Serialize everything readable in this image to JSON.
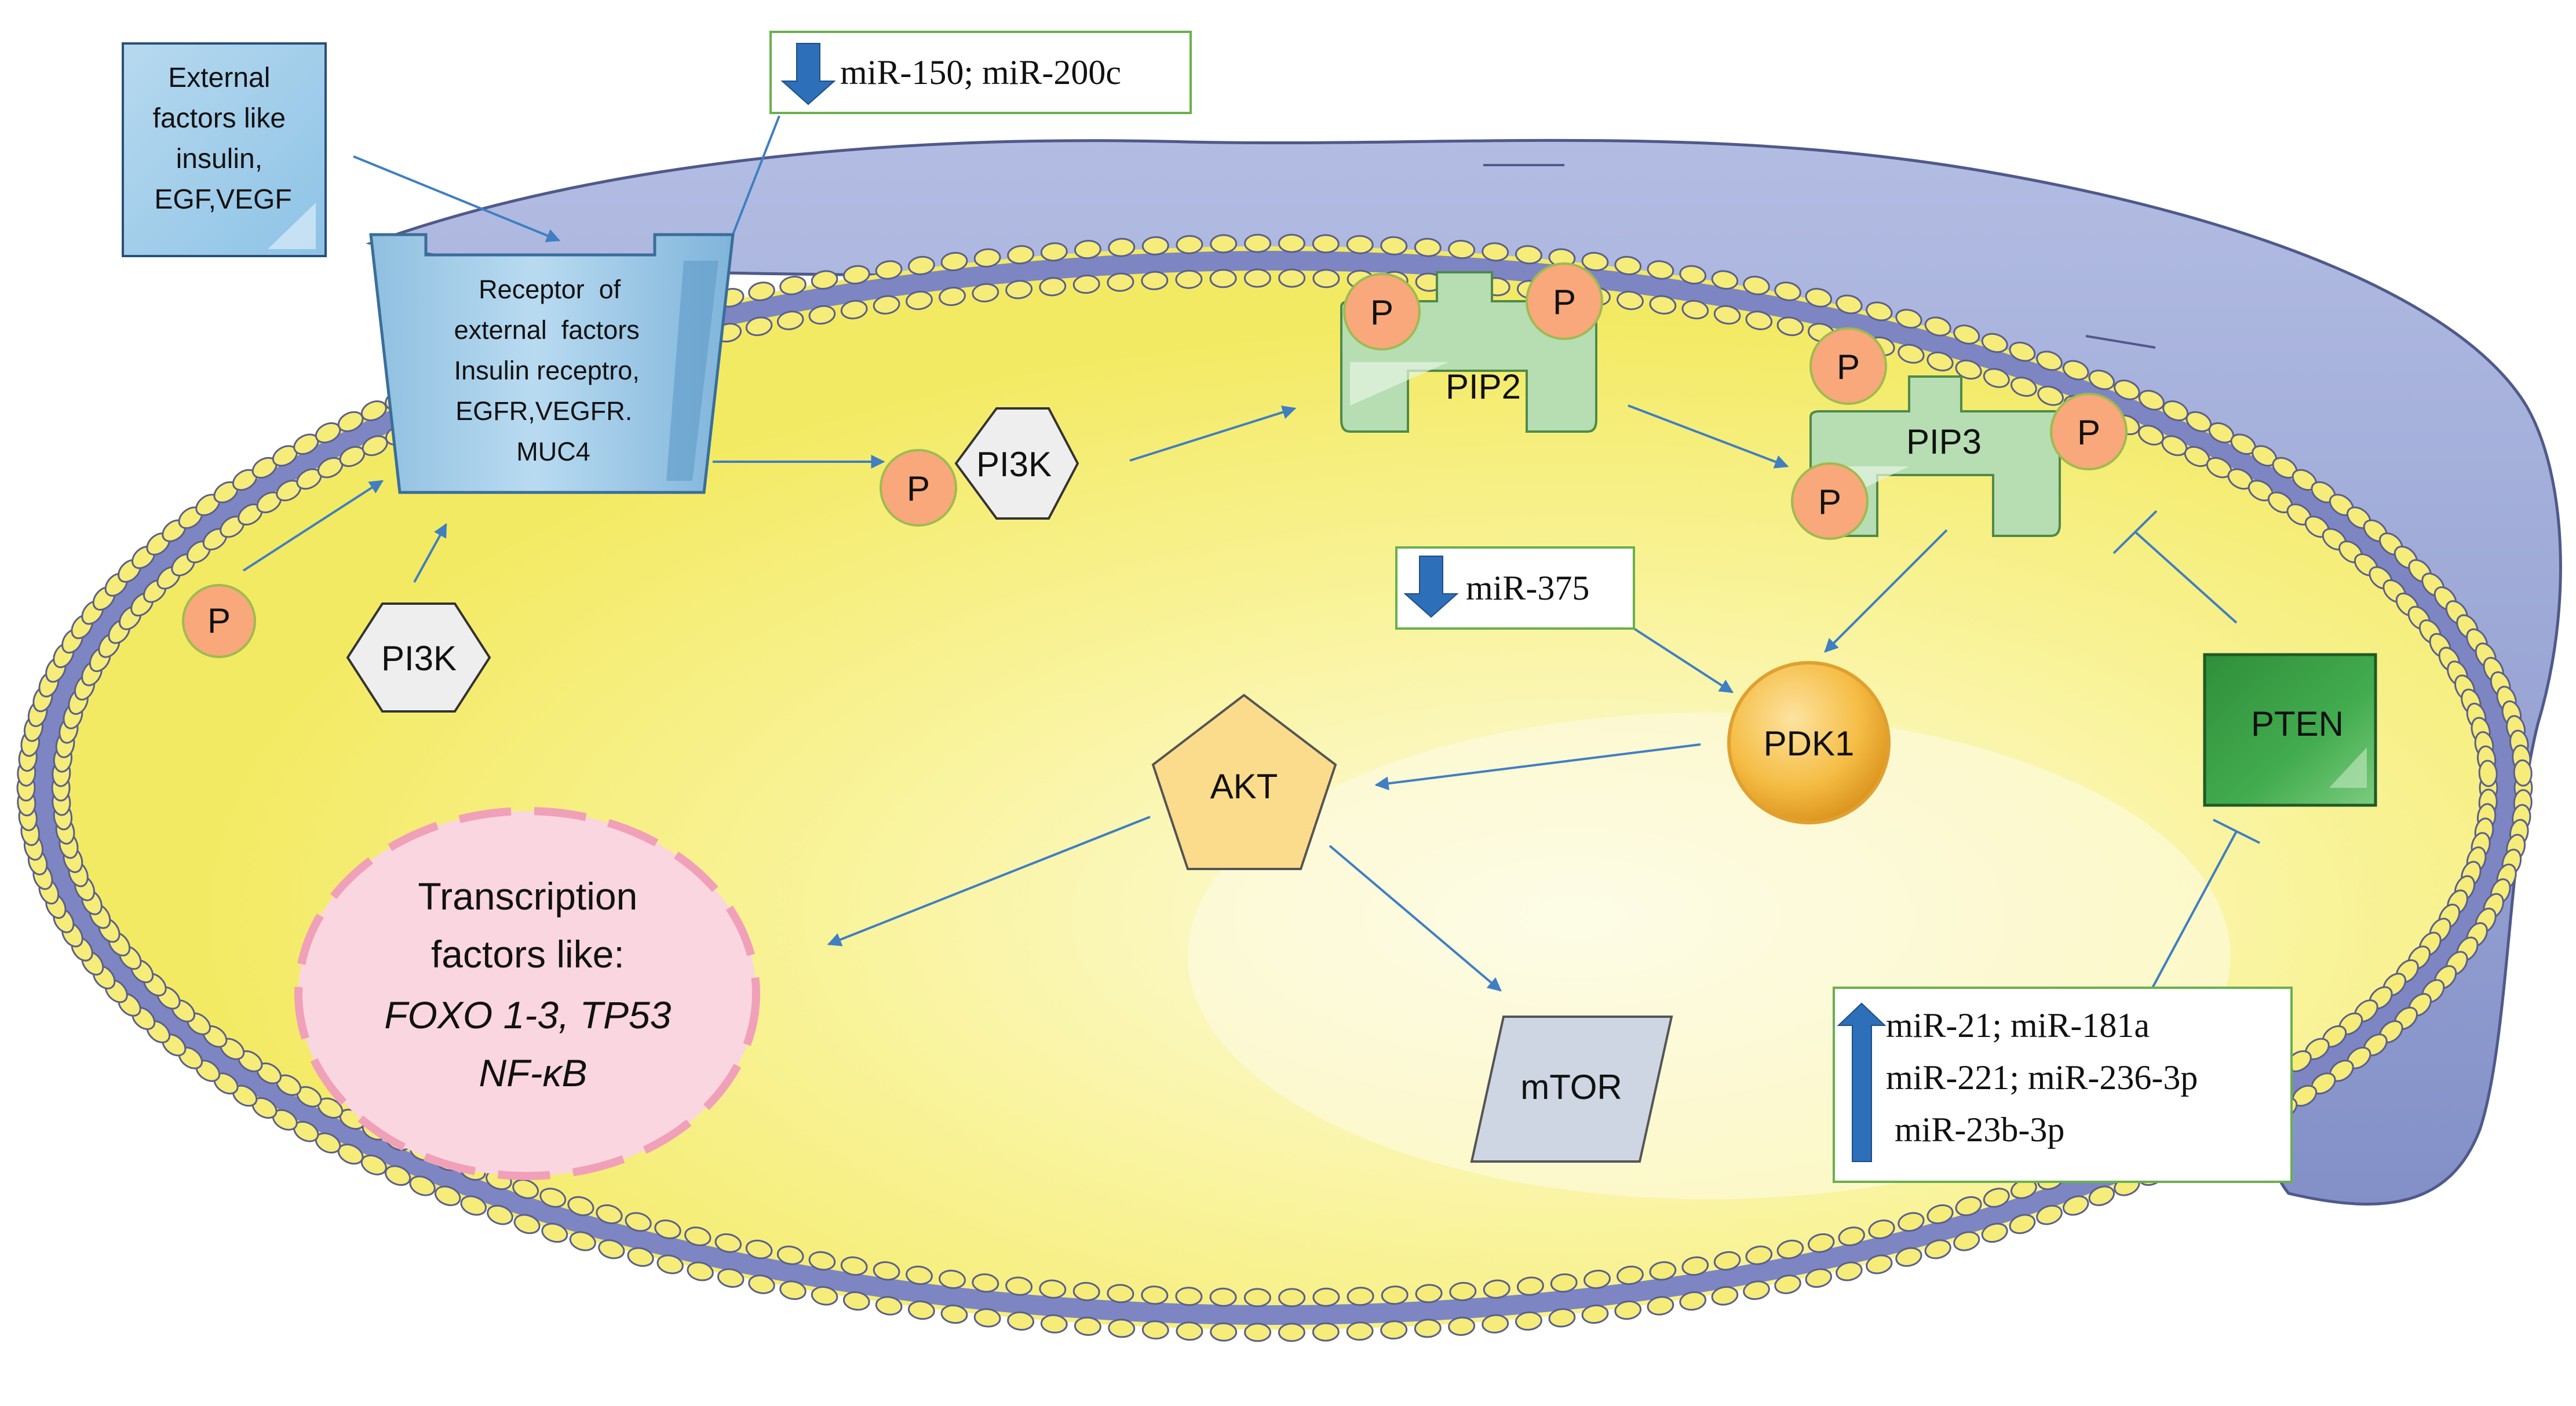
{
  "colors": {
    "cell_outer": "#9aa6d6",
    "cell_outer_edge": "#4f5a8a",
    "cytoplasm": "#f7f27c",
    "cytoplasm_light": "#fbfad0",
    "bead": "#f5ec7a",
    "bead_edge": "#5a5f8a",
    "membrane_band": "#7d86c2",
    "arrow": "#3f7fc2",
    "receptor": "#a8cde8",
    "pip": "#b6deb2",
    "phosphate": "#f8a87a",
    "pten": "#3ea548",
    "pdk1": "#f2b02c",
    "akt": "#fbdc8c",
    "mtor": "#cdd6e2",
    "tf_fill": "#fad6e0",
    "tf_border": "#f0a0b8"
  },
  "external_factors": {
    "lines": [
      "External",
      "factors like",
      "insulin,",
      "EGF,VEGF"
    ]
  },
  "receptor": {
    "lines": [
      "Receptor  of",
      "external  factors",
      "Insulin receptro,",
      "EGFR,VEGFR.",
      "MUC4"
    ]
  },
  "mirna": {
    "down_150_200c": "miR-150; miR-200c",
    "down_375": "miR-375",
    "up_lines": [
      "miR-21; miR-181a",
      "miR-221; miR-236-3p",
      "miR-23b-3p"
    ]
  },
  "nodes": {
    "pi3k_free": "PI3K",
    "pi3k_active": "PI3K",
    "phosphate": "P",
    "pip2": "PIP2",
    "pip3": "PIP3",
    "pdk1": "PDK1",
    "akt": "AKT",
    "pten": "PTEN",
    "mtor": "mTOR"
  },
  "transcription": {
    "line1": "Transcription",
    "line2": "factors like:",
    "line3": "FOXO 1-3, TP53",
    "line4": "NF-κB"
  }
}
